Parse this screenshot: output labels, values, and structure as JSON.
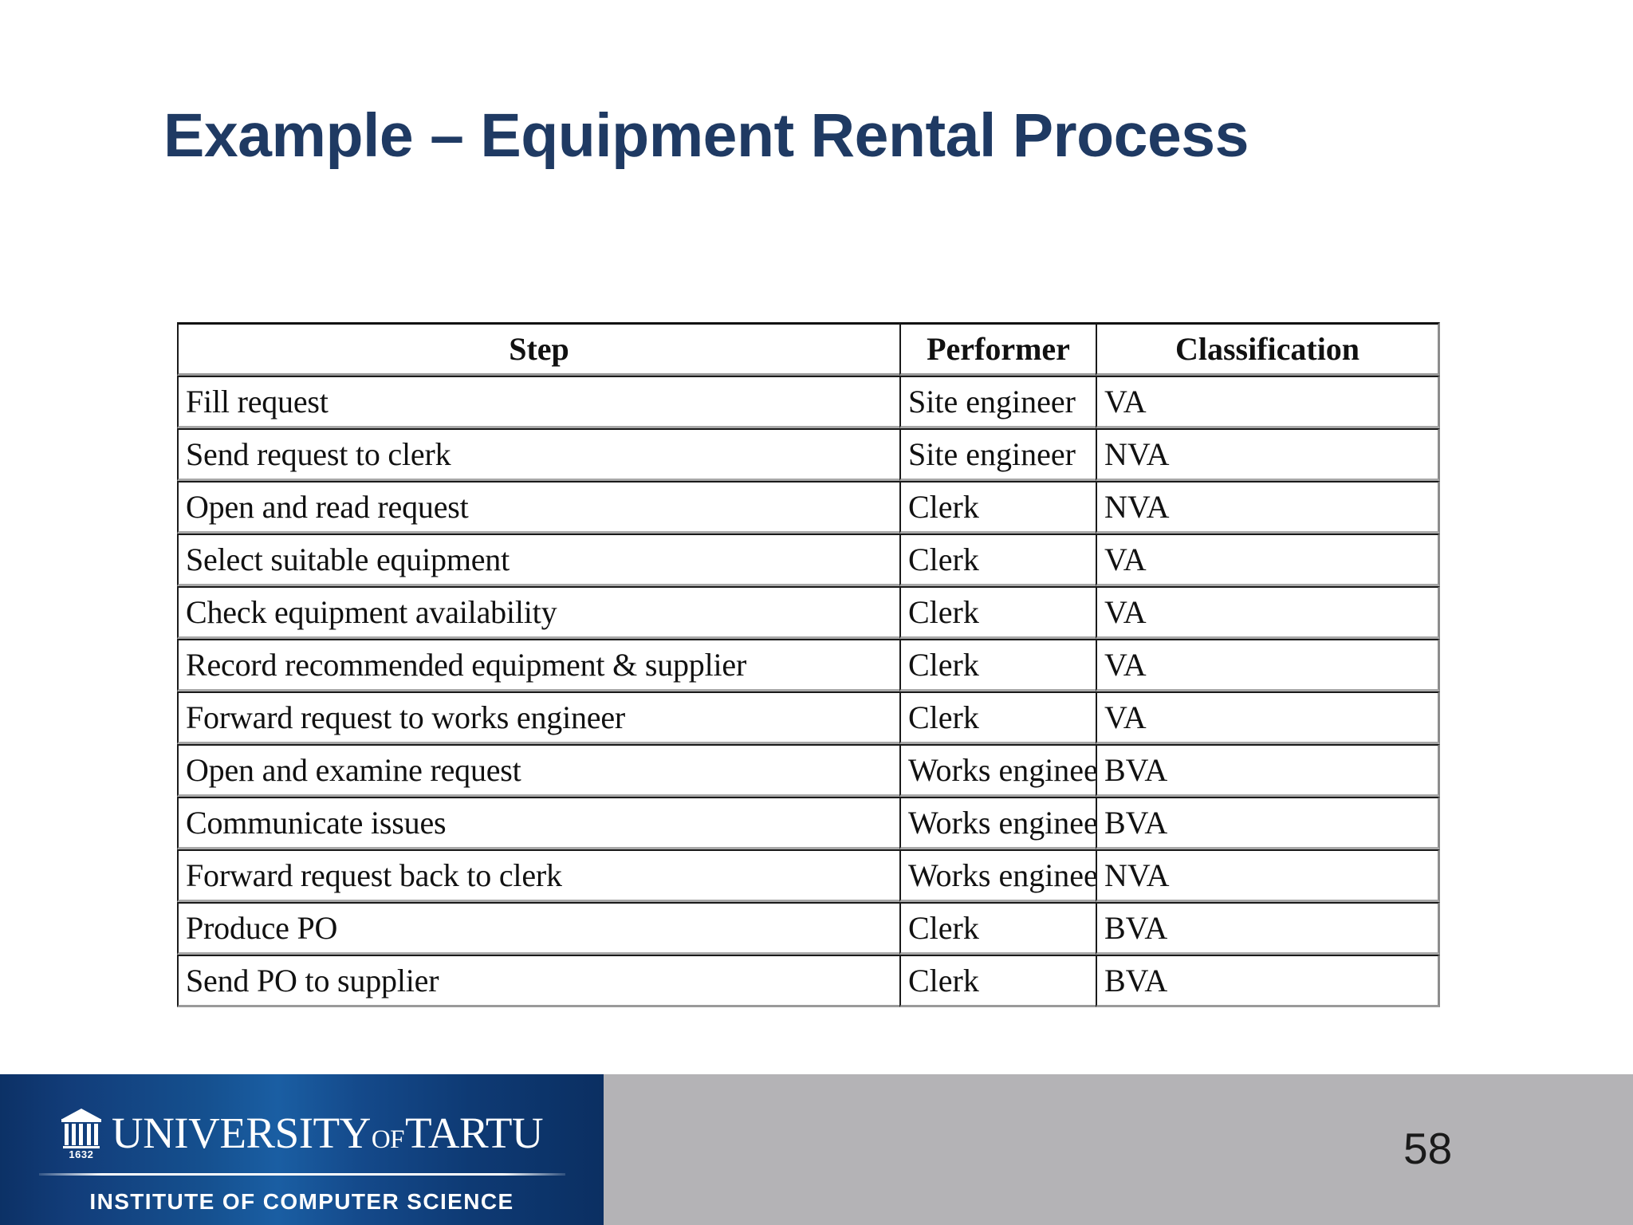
{
  "slide": {
    "title": "Example – Equipment Rental Process",
    "page_number": "58",
    "title_color": "#1F3A63"
  },
  "table": {
    "headers": {
      "step": "Step",
      "performer": "Performer",
      "classification": "Classification"
    },
    "rows": [
      {
        "step": "Fill request",
        "performer": "Site engineer",
        "classification": "VA"
      },
      {
        "step": "Send request to clerk",
        "performer": "Site engineer",
        "classification": "NVA"
      },
      {
        "step": "Open and read request",
        "performer": "Clerk",
        "classification": "NVA"
      },
      {
        "step": "Select suitable equipment",
        "performer": "Clerk",
        "classification": "VA"
      },
      {
        "step": "Check equipment availability",
        "performer": "Clerk",
        "classification": "VA"
      },
      {
        "step": "Record recommended equipment & supplier",
        "performer": "Clerk",
        "classification": "VA"
      },
      {
        "step": "Forward request to works engineer",
        "performer": "Clerk",
        "classification": "VA"
      },
      {
        "step": "Open and examine request",
        "performer": "Works engineer",
        "classification": "BVA"
      },
      {
        "step": "Communicate issues",
        "performer": "Works engineer",
        "classification": "BVA"
      },
      {
        "step": "Forward request back to clerk",
        "performer": "Works engineer",
        "classification": "NVA"
      },
      {
        "step": "Produce PO",
        "performer": "Clerk",
        "classification": "BVA"
      },
      {
        "step": "Send PO to supplier",
        "performer": "Clerk",
        "classification": "BVA"
      }
    ]
  },
  "footer": {
    "blue_panel_color": "#123d7a",
    "gray_panel_color": "#b4b3b6",
    "logo": {
      "crest_icon": "classical-building-icon",
      "crest_year": "1632",
      "wordmark_part1": "UNIVERSITY",
      "wordmark_of": "OF",
      "wordmark_part2": "TARTU",
      "institute": "INSTITUTE OF COMPUTER SCIENCE"
    }
  }
}
